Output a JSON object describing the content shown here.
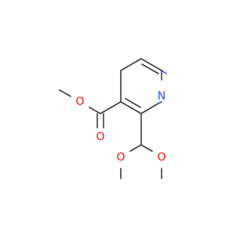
{
  "molecule": {
    "atoms": {
      "ring_n": {
        "element": "N",
        "color": "#3050f8"
      },
      "ester_o_single": {
        "element": "O",
        "color": "#ff0d0d"
      },
      "ester_o_double": {
        "element": "O",
        "color": "#ff0d0d"
      },
      "acetal_o_left": {
        "element": "O",
        "color": "#ff0d0d"
      },
      "acetal_o_right": {
        "element": "O",
        "color": "#ff0d0d"
      }
    },
    "bond_color": "#3d3d3d"
  }
}
